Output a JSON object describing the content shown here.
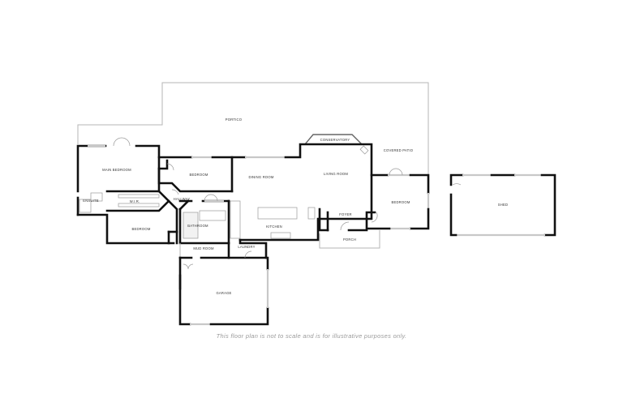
{
  "floor_plan": {
    "rooms": [
      {
        "id": "portico",
        "label": "PORTICO"
      },
      {
        "id": "main-bedroom",
        "label": "MAIN BEDROOM"
      },
      {
        "id": "bedroom-1",
        "label": "BEDROOM"
      },
      {
        "id": "dining-room",
        "label": "DINING ROOM"
      },
      {
        "id": "conservatory",
        "label": "CONSERVATORY"
      },
      {
        "id": "living-room",
        "label": "LIVING ROOM"
      },
      {
        "id": "covered-patio",
        "label": "COVERED PATIO"
      },
      {
        "id": "bedroom-2",
        "label": "BEDROOM"
      },
      {
        "id": "ensuite",
        "label": "ENSUITE"
      },
      {
        "id": "wir",
        "label": "W.I.R."
      },
      {
        "id": "hallway",
        "label": "HALLWAY"
      },
      {
        "id": "bathroom",
        "label": "BATHROOM"
      },
      {
        "id": "bedroom-3",
        "label": "BEDROOM"
      },
      {
        "id": "kitchen",
        "label": "KITCHEN"
      },
      {
        "id": "foyer",
        "label": "FOYER"
      },
      {
        "id": "porch",
        "label": "PORCH"
      },
      {
        "id": "mud-room",
        "label": "MUD ROOM"
      },
      {
        "id": "laundry",
        "label": "LAUNDRY"
      },
      {
        "id": "garage",
        "label": "GARAGE"
      },
      {
        "id": "shed",
        "label": "SHED"
      }
    ],
    "disclaimer": "This floor plan is not to scale and is for illustrative purposes only.",
    "colors": {
      "wall": "#111111",
      "outline": "#b5b5b5",
      "background": "#ffffff",
      "note": "#9a9a9a"
    }
  }
}
